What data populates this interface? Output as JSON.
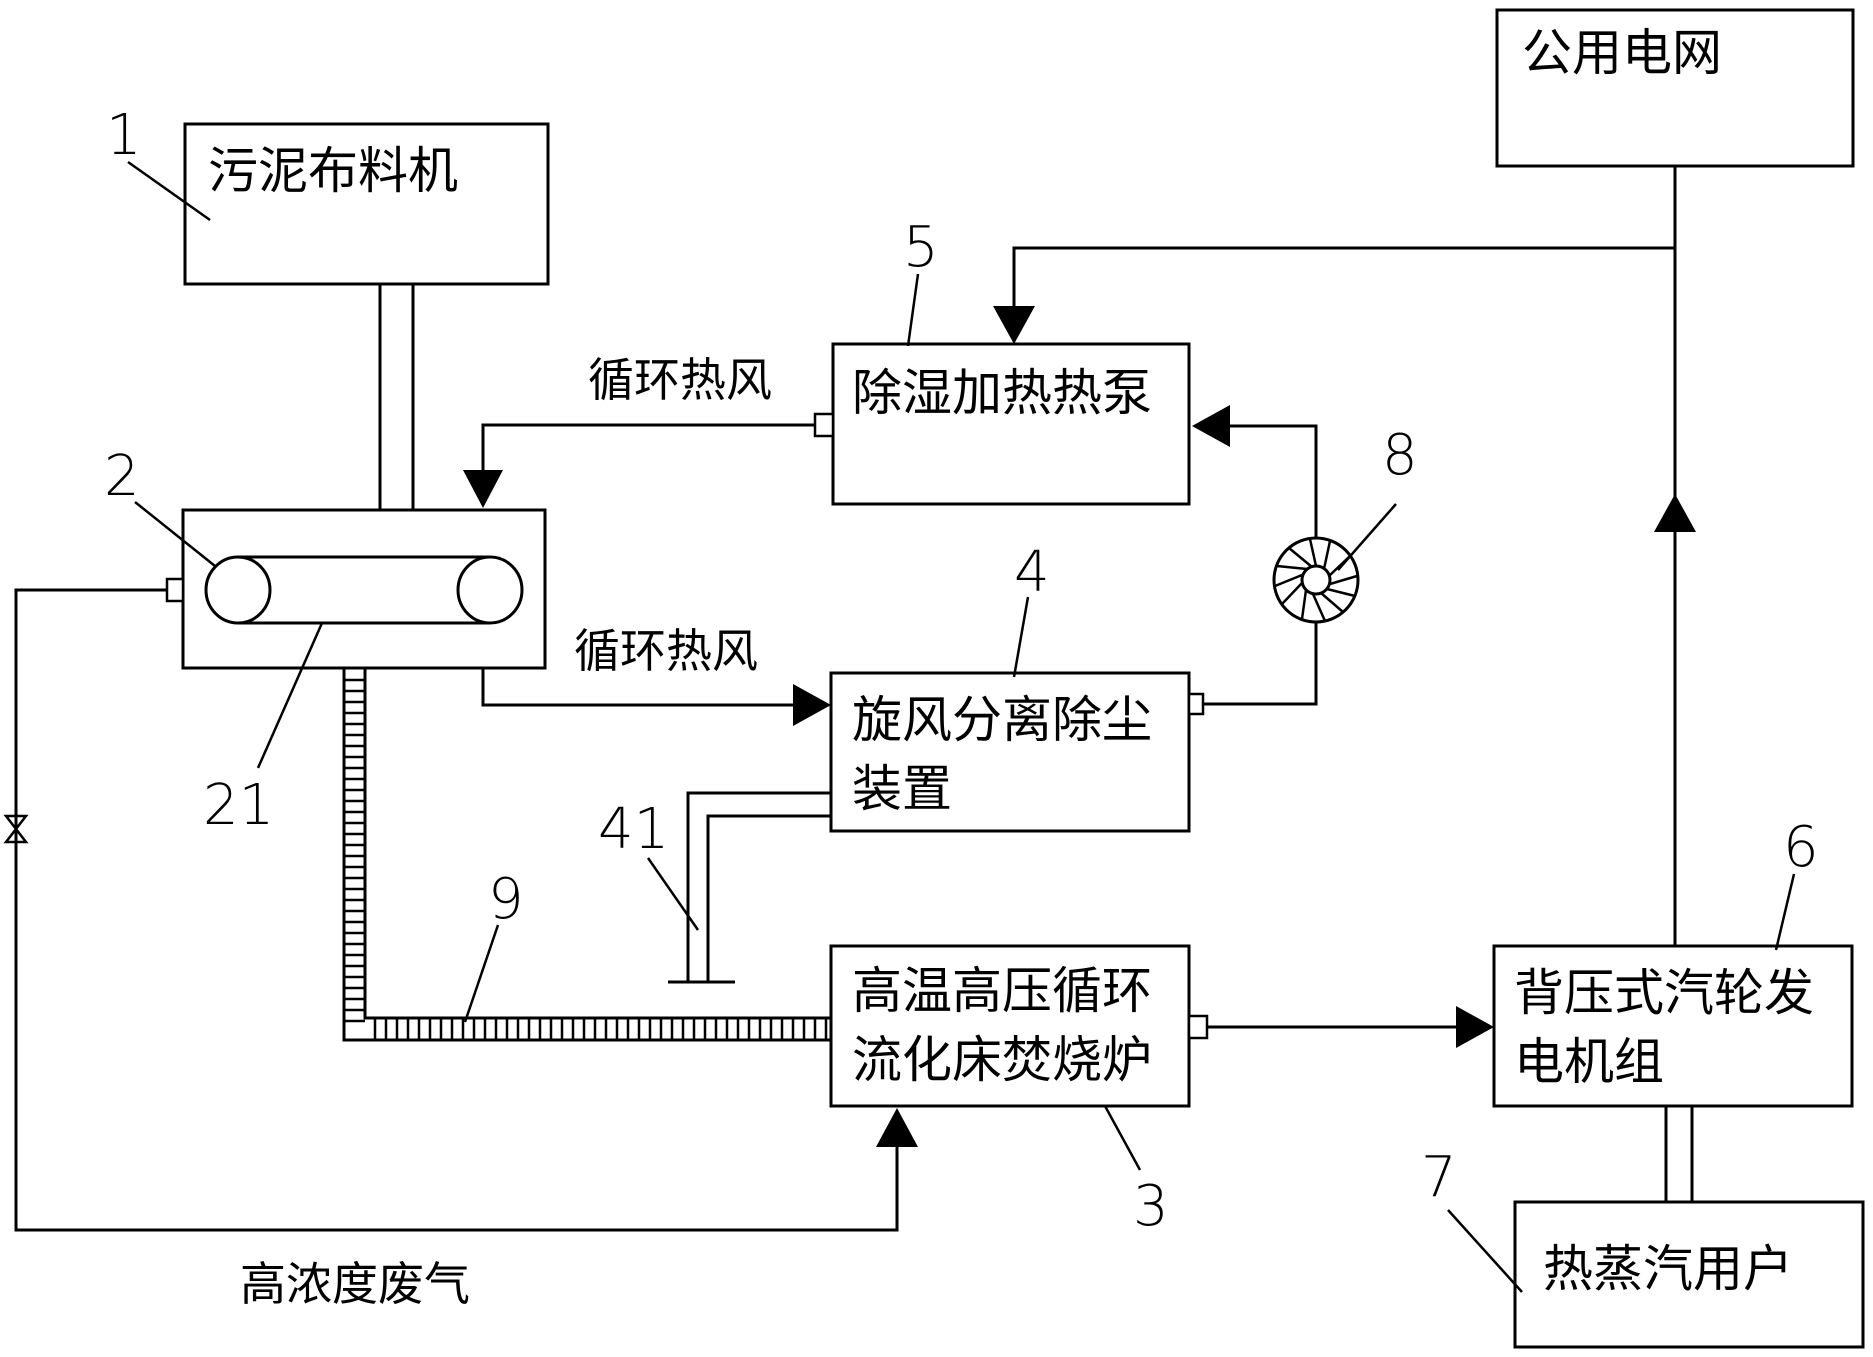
{
  "boxes": {
    "sludge_distributor": "污泥布料机",
    "dehumid_heat_pump": "除湿加热热泵",
    "cyclone_line1": "旋风分离除尘",
    "cyclone_line2": "装置",
    "incinerator_line1": "高温高压循环",
    "incinerator_line2": "流化床焚烧炉",
    "turbine_line1": "背压式汽轮发",
    "turbine_line2": "电机组",
    "public_grid": "公用电网",
    "steam_user": "热蒸汽用户"
  },
  "labels": {
    "hot_air_top": "循环热风",
    "hot_air_mid": "循环热风",
    "waste_gas": "高浓度废气"
  },
  "numbers": {
    "n1": "1",
    "n2": "2",
    "n21": "21",
    "n3": "3",
    "n4": "4",
    "n41": "41",
    "n5": "5",
    "n6": "6",
    "n7": "7",
    "n8": "8",
    "n9": "9"
  }
}
